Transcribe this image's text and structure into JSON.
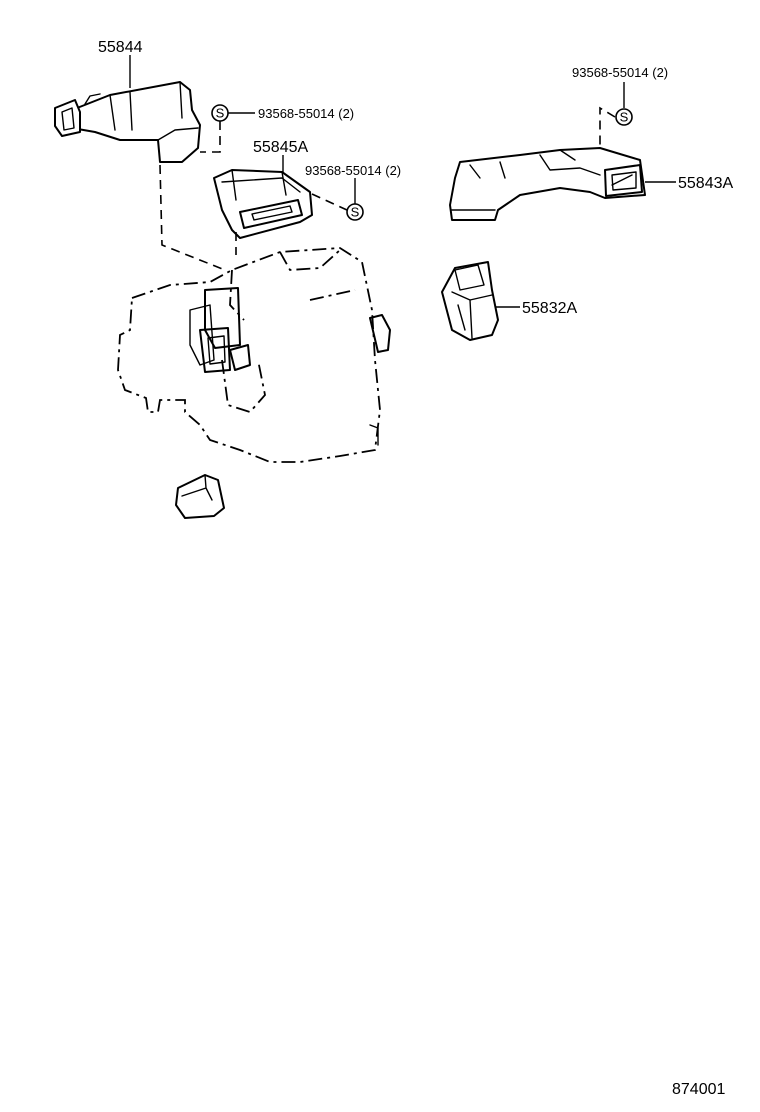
{
  "parts": {
    "p55844": "55844",
    "p55845a": "55845A",
    "p55843a": "55843A",
    "p55832a": "55832A",
    "bolt_left": "93568-55014 (2)",
    "bolt_mid": "93568-55014 (2)",
    "bolt_right": "93568-55014 (2)"
  },
  "screw_symbol": "S",
  "diagram_number": "874001"
}
